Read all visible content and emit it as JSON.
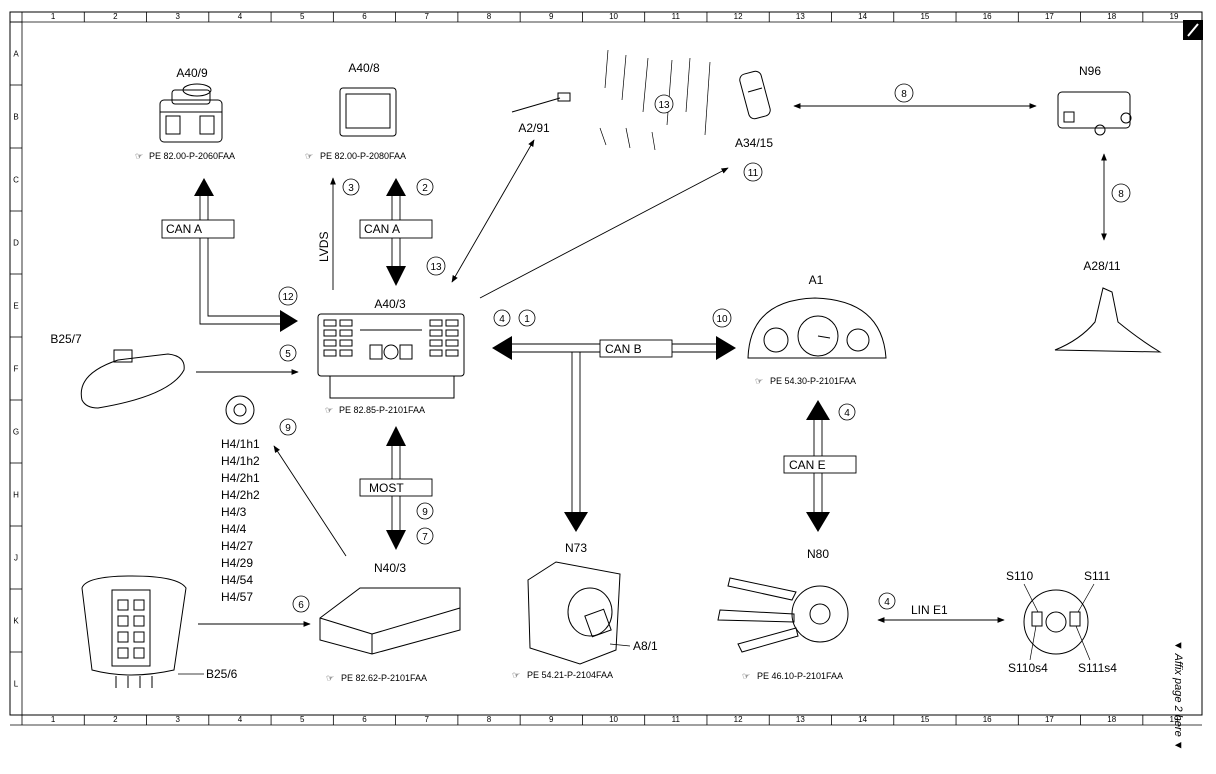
{
  "grid": {
    "columns": [
      "1",
      "2",
      "3",
      "4",
      "5",
      "6",
      "7",
      "8",
      "9",
      "10",
      "11",
      "12",
      "13",
      "14",
      "15",
      "16",
      "17",
      "18",
      "19"
    ],
    "rows": [
      "A",
      "B",
      "C",
      "D",
      "E",
      "F",
      "G",
      "H",
      "J",
      "K",
      "L"
    ]
  },
  "components": {
    "a40_9": "A40/9",
    "a40_8": "A40/8",
    "a2_91": "A2/91",
    "a34_15": "A34/15",
    "n96": "N96",
    "a28_11": "A28/11",
    "a40_3": "A40/3",
    "a1": "A1",
    "b25_7": "B25/7",
    "n73": "N73",
    "n80": "N80",
    "n40_3": "N40/3",
    "b25_6": "B25/6",
    "a8_1": "A8/1",
    "s110": "S110",
    "s111": "S111",
    "s110s4": "S110s4",
    "s111s4": "S111s4",
    "h4_list": [
      "H4/1h1",
      "H4/1h2",
      "H4/2h1",
      "H4/2h2",
      "H4/3",
      "H4/4",
      "H4/27",
      "H4/29",
      "H4/54",
      "H4/57"
    ]
  },
  "references": {
    "a40_9": "PE 82.00-P-2060FAA",
    "a40_8": "PE 82.00-P-2080FAA",
    "a40_3": "PE 82.85-P-2101FAA",
    "a1": "PE 54.30-P-2101FAA",
    "n40_3": "PE 82.62-P-2101FAA",
    "n73": "PE 54.21-P-2104FAA",
    "n80": "PE 46.10-P-2101FAA"
  },
  "buses": {
    "can_a_left": "CAN A",
    "can_a_mid": "CAN A",
    "lvds": "LVDS",
    "can_b": "CAN B",
    "can_e": "CAN E",
    "most": "MOST",
    "lin_e1": "LIN E1"
  },
  "connections": {
    "c1": "1",
    "c2": "2",
    "c3": "3",
    "c4a": "4",
    "c4b": "4",
    "c4c": "4",
    "c5": "5",
    "c6": "6",
    "c7": "7",
    "c8a": "8",
    "c8b": "8",
    "c9a": "9",
    "c9b": "9",
    "c10": "10",
    "c11": "11",
    "c12": "12",
    "c13a": "13",
    "c13b": "13"
  },
  "side_note": "▼ Affix page 2 here ▼"
}
